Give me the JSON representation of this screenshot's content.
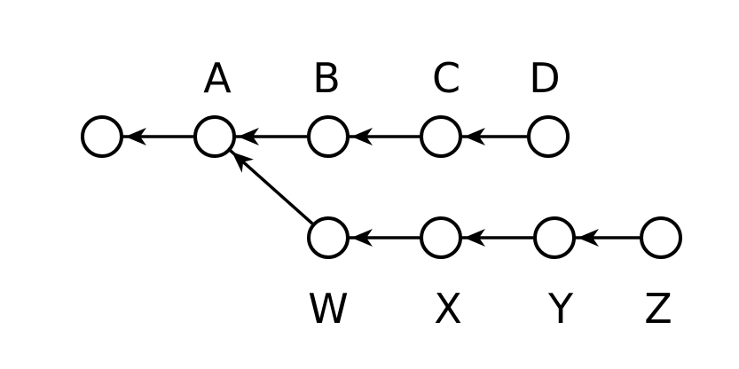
{
  "diagram": {
    "nodes": [
      {
        "id": "root",
        "label": ""
      },
      {
        "id": "A",
        "label": "A"
      },
      {
        "id": "B",
        "label": "B"
      },
      {
        "id": "C",
        "label": "C"
      },
      {
        "id": "D",
        "label": "D"
      },
      {
        "id": "W",
        "label": "W"
      },
      {
        "id": "X",
        "label": "X"
      },
      {
        "id": "Y",
        "label": "Y"
      },
      {
        "id": "Z",
        "label": "Z"
      }
    ],
    "edges": [
      {
        "from": "A",
        "to": "root"
      },
      {
        "from": "B",
        "to": "A"
      },
      {
        "from": "C",
        "to": "B"
      },
      {
        "from": "D",
        "to": "C"
      },
      {
        "from": "W",
        "to": "A"
      },
      {
        "from": "X",
        "to": "W"
      },
      {
        "from": "Y",
        "to": "X"
      },
      {
        "from": "Z",
        "to": "Y"
      }
    ],
    "colors": {
      "stroke": "#000000",
      "fill": "#ffffff",
      "background": "#ffffff"
    }
  }
}
